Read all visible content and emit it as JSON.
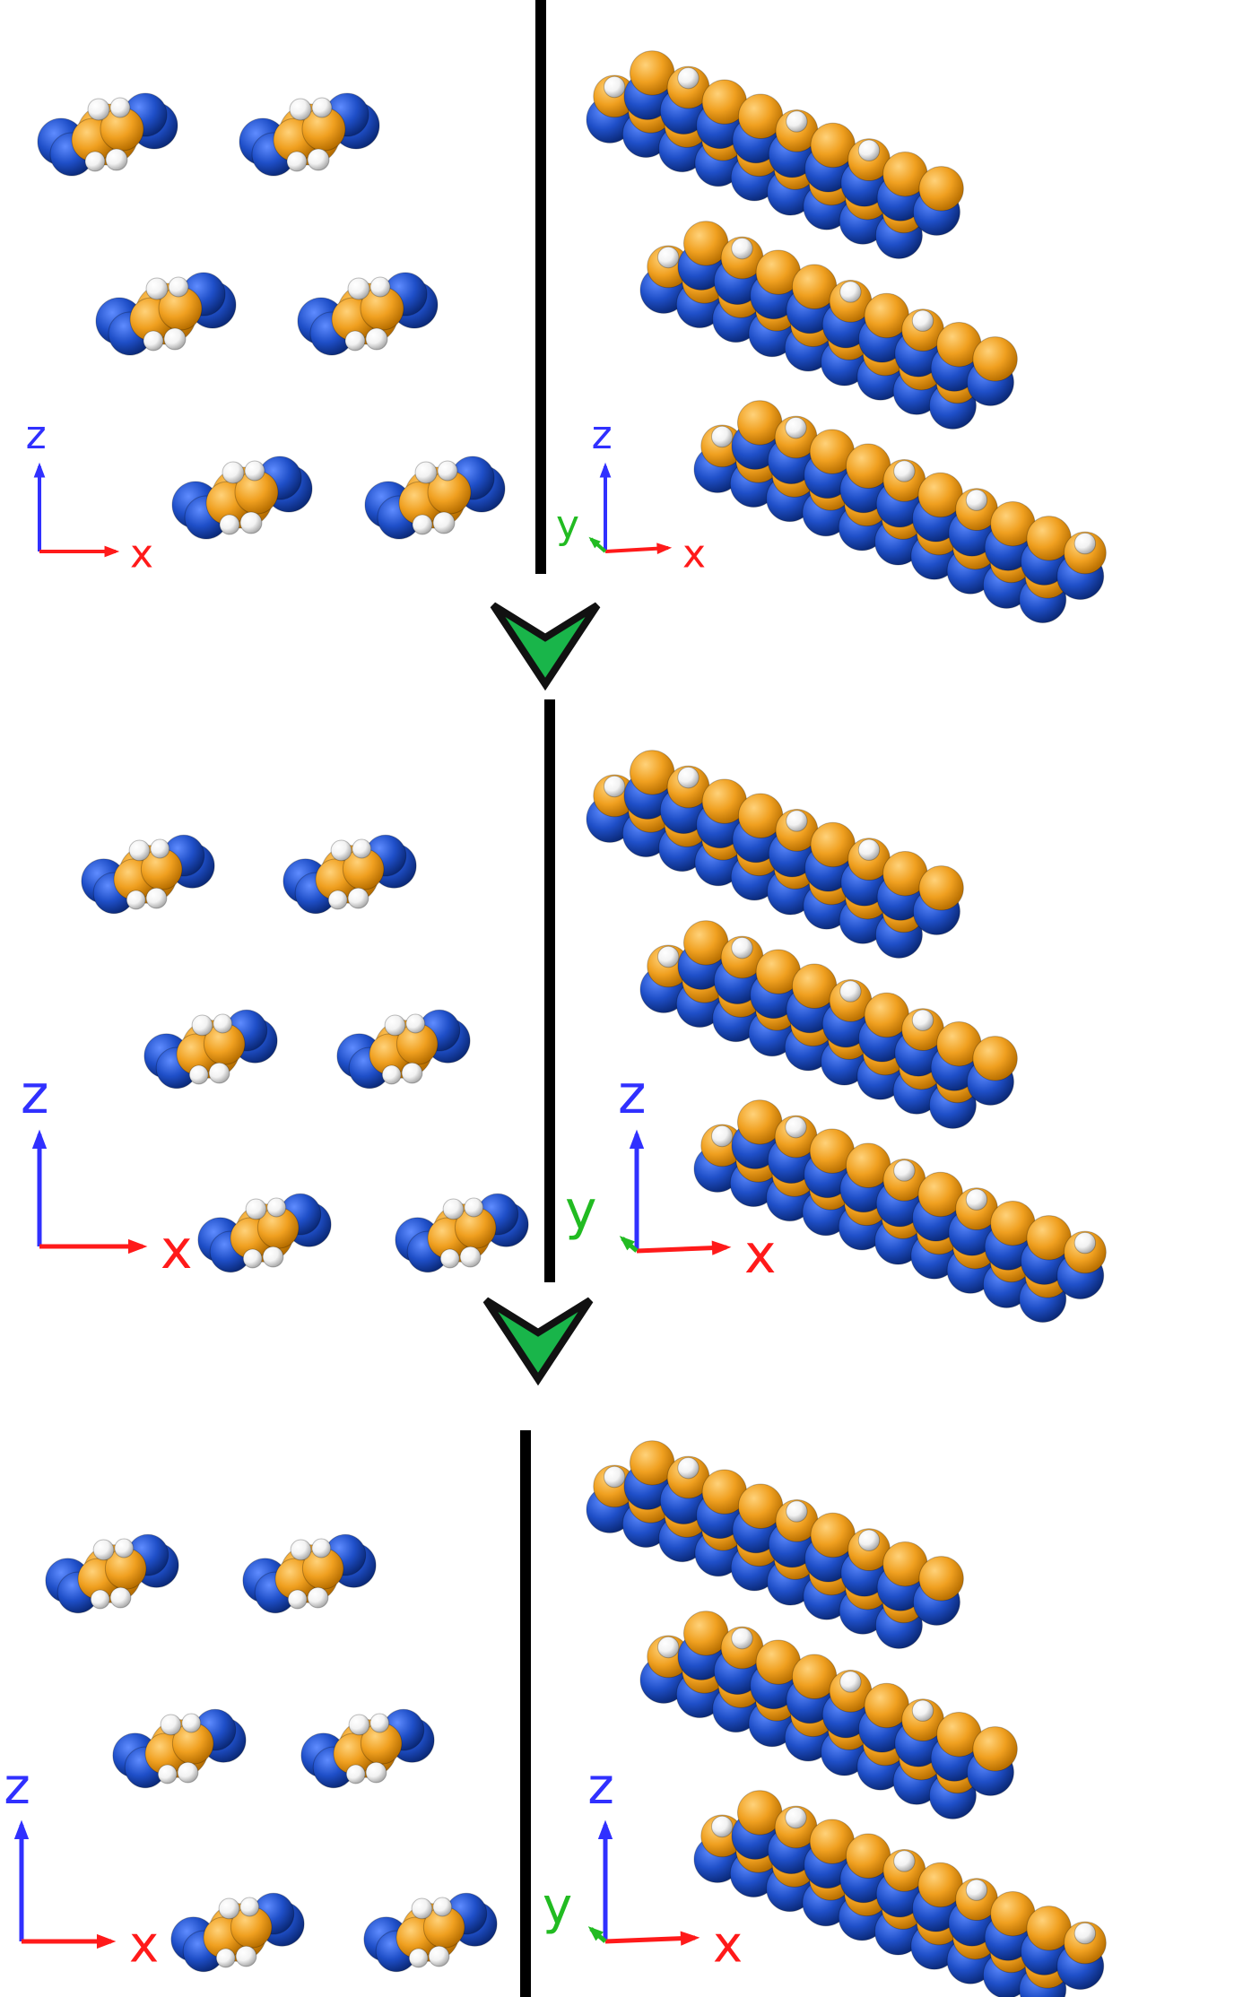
{
  "colors": {
    "nitrogen": "#1f4fc8",
    "carbon": "#f0a020",
    "hydrogen": "#f2f2f2",
    "divider": "#000000",
    "arrow_fill": "#19b54a",
    "arrow_outline": "#111111",
    "axis_z": "#3030ff",
    "axis_x": "#ff1a1a",
    "axis_y": "#22bb22"
  },
  "icons": {
    "molecule": "space-filling-molecule-icon",
    "transition": "green-down-chevron-icon"
  },
  "panels": [
    {
      "left_axes": {
        "z": "z",
        "x": "x"
      },
      "right_axes": {
        "z": "z",
        "x": "x",
        "y": "y"
      }
    },
    {
      "left_axes": {
        "z": "z",
        "x": "x"
      },
      "right_axes": {
        "z": "z",
        "x": "x",
        "y": "y"
      }
    },
    {
      "left_axes": {
        "z": "z",
        "x": "x"
      },
      "right_axes": {
        "z": "z",
        "x": "x",
        "y": "y"
      }
    }
  ]
}
